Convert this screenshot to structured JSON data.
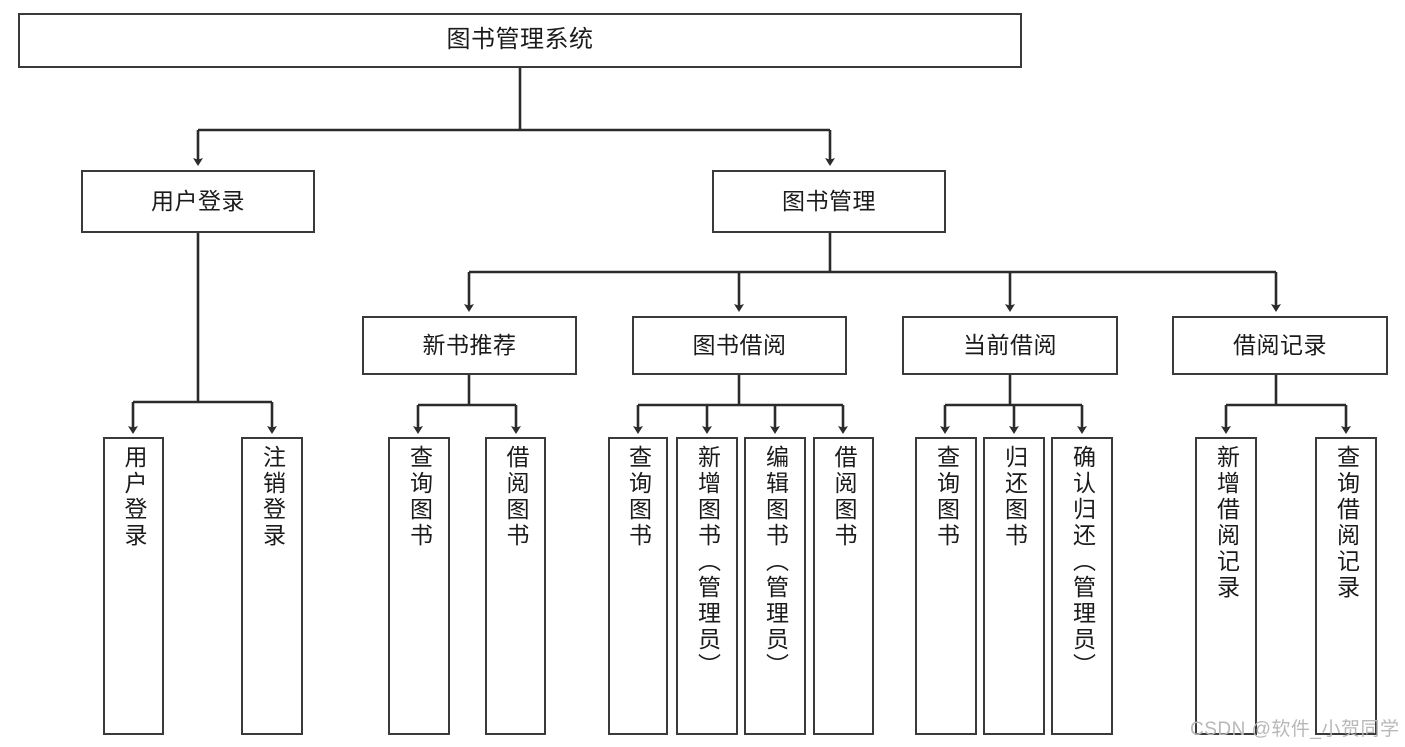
{
  "diagram": {
    "title": "图书管理系统",
    "type": "tree",
    "watermark": "CSDN @软件_小贺同学",
    "colors": {
      "box_border": "#3a3a3a",
      "box_fill": "#ffffff",
      "edge": "#2b2b2b",
      "text": "#1b1b1b",
      "watermark": "#b8b8b8"
    },
    "nodes": {
      "root": {
        "label": "图书管理系统"
      },
      "level2": [
        {
          "id": "user-login",
          "label": "用户登录"
        },
        {
          "id": "book-manage",
          "label": "图书管理"
        }
      ],
      "level3": [
        {
          "id": "new-book-recommend",
          "label": "新书推荐"
        },
        {
          "id": "book-borrow",
          "label": "图书借阅"
        },
        {
          "id": "current-borrow",
          "label": "当前借阅"
        },
        {
          "id": "borrow-record",
          "label": "借阅记录"
        }
      ],
      "leaves": {
        "user_login": [
          {
            "id": "leaf-user-login",
            "label": "用户登录"
          },
          {
            "id": "leaf-logout",
            "label": "注销登录"
          }
        ],
        "new_book_recommend": [
          {
            "id": "leaf-query-book-1",
            "label": "查询图书"
          },
          {
            "id": "leaf-borrow-book-1",
            "label": "借阅图书"
          }
        ],
        "book_borrow": [
          {
            "id": "leaf-query-book-2",
            "label": "查询图书"
          },
          {
            "id": "leaf-add-book",
            "label": "新增图书（管理员）"
          },
          {
            "id": "leaf-edit-book",
            "label": "编辑图书（管理员）"
          },
          {
            "id": "leaf-borrow-book-2",
            "label": "借阅图书"
          }
        ],
        "current_borrow": [
          {
            "id": "leaf-query-book-3",
            "label": "查询图书"
          },
          {
            "id": "leaf-return-book",
            "label": "归还图书"
          },
          {
            "id": "leaf-confirm-return",
            "label": "确认归还（管理员）"
          }
        ],
        "borrow_record": [
          {
            "id": "leaf-add-record",
            "label": "新增借阅记录"
          },
          {
            "id": "leaf-query-record",
            "label": "查询借阅记录"
          }
        ]
      }
    }
  }
}
